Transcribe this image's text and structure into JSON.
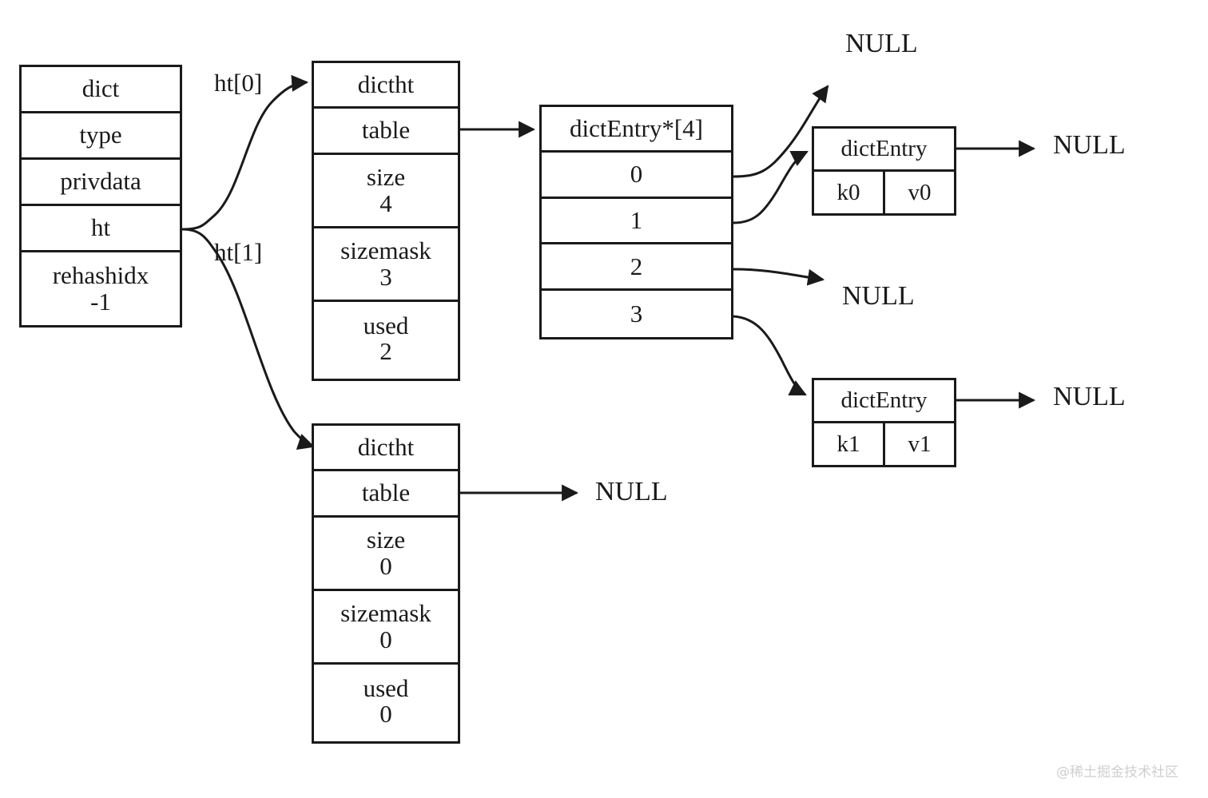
{
  "diagram": {
    "title": "Redis dict / dictht / dictEntry structure",
    "colors": {
      "stroke": "#1a1a1a",
      "background": "#ffffff",
      "watermark": "#cfcfcf"
    }
  },
  "dict": {
    "title": "dict",
    "fields": [
      {
        "name": "type",
        "value": ""
      },
      {
        "name": "privdata",
        "value": ""
      },
      {
        "name": "ht",
        "value": ""
      },
      {
        "name": "rehashidx",
        "value": "-1"
      }
    ]
  },
  "edge_labels": {
    "ht0": "ht[0]",
    "ht1": "ht[1]"
  },
  "dictht0": {
    "title": "dictht",
    "table_label": "table",
    "size_label": "size",
    "size_value": "4",
    "sizemask_label": "sizemask",
    "sizemask_value": "3",
    "used_label": "used",
    "used_value": "2"
  },
  "dictht1": {
    "title": "dictht",
    "table_label": "table",
    "size_label": "size",
    "size_value": "0",
    "sizemask_label": "sizemask",
    "sizemask_value": "0",
    "used_label": "used",
    "used_value": "0"
  },
  "bucket_array": {
    "header": "dictEntry*[4]",
    "slots": [
      "0",
      "1",
      "2",
      "3"
    ]
  },
  "entries": [
    {
      "title": "dictEntry",
      "key": "k0",
      "value": "v0"
    },
    {
      "title": "dictEntry",
      "key": "k1",
      "value": "v1"
    }
  ],
  "nulls": {
    "top": "NULL",
    "entry0_next": "NULL",
    "slot2": "NULL",
    "entry1_next": "NULL",
    "ht1_table": "NULL"
  },
  "watermark": "@稀土掘金技术社区"
}
